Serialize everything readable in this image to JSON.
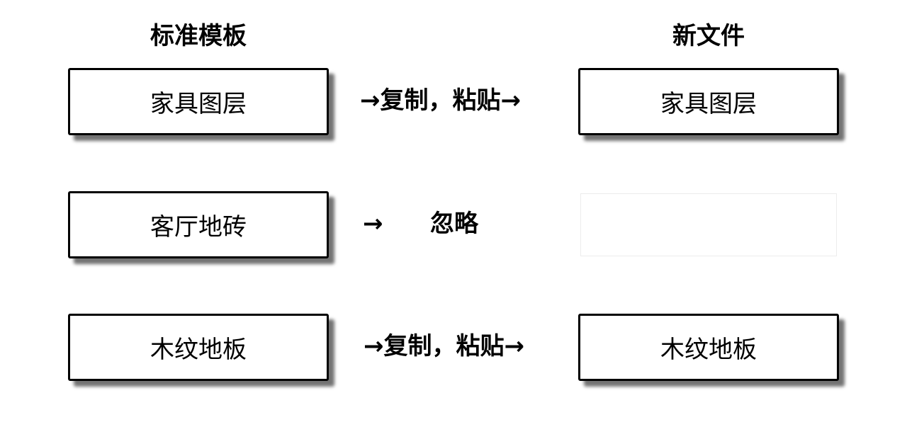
{
  "columns": {
    "left_title": "标准模板",
    "right_title": "新文件"
  },
  "rows": [
    {
      "source": "家具图层",
      "action": "→复制，粘贴→",
      "target": "家具图层"
    },
    {
      "source": "客厅地砖",
      "action_arrow": "→",
      "action_label": "忽略",
      "target": ""
    },
    {
      "source": "木纹地板",
      "action": "→复制，粘贴→",
      "target": "木纹地板"
    }
  ]
}
